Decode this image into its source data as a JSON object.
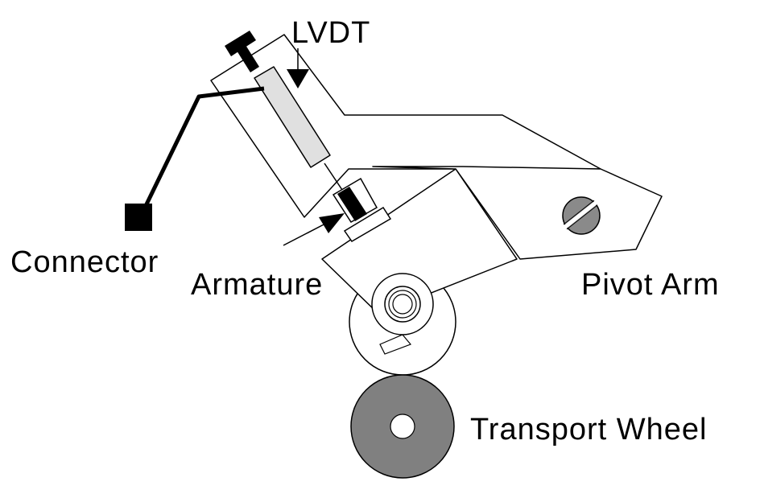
{
  "labels": {
    "lvdt": "LVDT",
    "connector": "Connector",
    "armature": "Armature",
    "pivot_arm": "Pivot Arm",
    "transport_wheel": "Transport Wheel"
  },
  "colors": {
    "background": "#ffffff",
    "outline": "#000000",
    "lvdt_core": "#e0e0e0",
    "transport_wheel": "#808080",
    "screw": "#8a8a8a"
  }
}
